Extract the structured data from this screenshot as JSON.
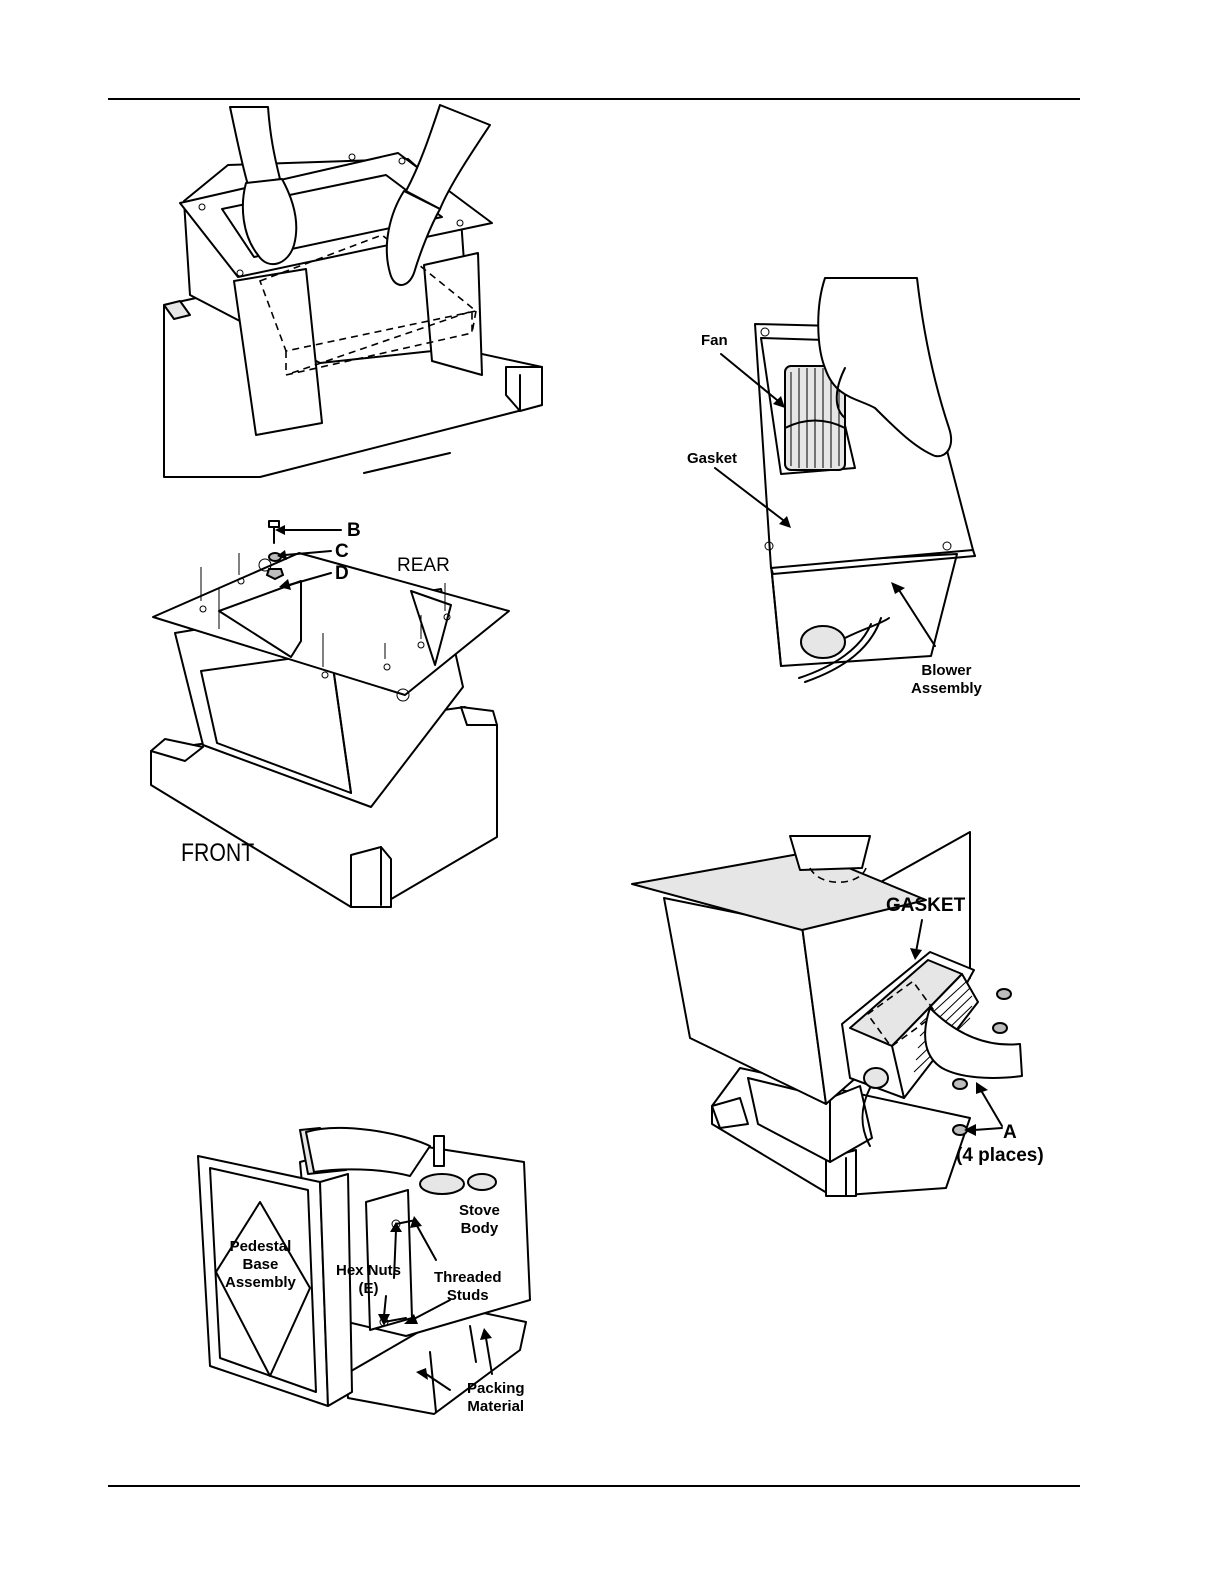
{
  "fig_base_fasteners": {
    "label_b": "B",
    "label_c": "C",
    "label_d": "D",
    "label_rear": "REAR",
    "label_front": "FRONT"
  },
  "fig_fan": {
    "label_fan": "Fan",
    "label_gasket": "Gasket",
    "label_blower": "Blower\nAssembly"
  },
  "fig_stove_blower": {
    "label_gasket": "GASKET",
    "label_a": "A",
    "label_places": "(4 places)"
  },
  "fig_pedestal": {
    "label_pedestal": "Pedestal\nBase\nAssembly",
    "label_stove_body": "Stove\nBody",
    "label_hex_nuts": "Hex Nuts\n(E)",
    "label_threaded": "Threaded\nStuds",
    "label_packing": "Packing\nMaterial"
  }
}
